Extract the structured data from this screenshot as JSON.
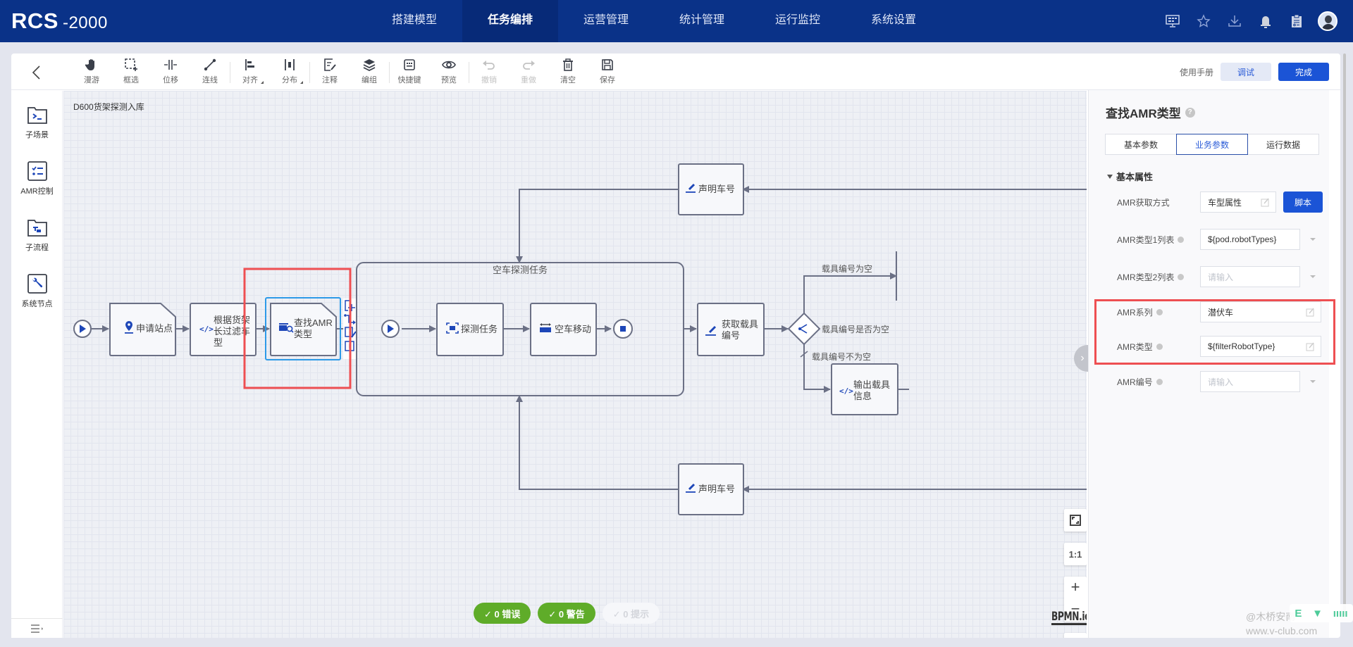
{
  "app": {
    "name": "RCS",
    "version": "-2000"
  },
  "topnav": [
    {
      "label": "搭建模型",
      "active": false
    },
    {
      "label": "任务编排",
      "active": true
    },
    {
      "label": "运营管理",
      "active": false
    },
    {
      "label": "统计管理",
      "active": false
    },
    {
      "label": "运行监控",
      "active": false
    },
    {
      "label": "系统设置",
      "active": false
    }
  ],
  "topicons": [
    "monitor-icon",
    "star-icon",
    "download-icon",
    "bell-icon",
    "clipboard-icon",
    "avatar"
  ],
  "toolbar": {
    "tools": [
      {
        "icon": "hand-icon",
        "label": "漫游"
      },
      {
        "icon": "marquee-select-icon",
        "label": "框选"
      },
      {
        "icon": "move-icon",
        "label": "位移"
      },
      {
        "icon": "connect-line-icon",
        "label": "连线"
      },
      {
        "icon": "align-icon",
        "label": "对齐"
      },
      {
        "icon": "distribute-icon",
        "label": "分布"
      },
      {
        "icon": "annotate-icon",
        "label": "注释"
      },
      {
        "icon": "layers-icon",
        "label": "编组"
      },
      {
        "icon": "keyboard-icon",
        "label": "快捷键"
      },
      {
        "icon": "eye-icon",
        "label": "预览"
      },
      {
        "icon": "undo-icon",
        "label": "撤销",
        "disabled": true
      },
      {
        "icon": "redo-icon",
        "label": "重做",
        "disabled": true
      },
      {
        "icon": "trash-icon",
        "label": "清空"
      },
      {
        "icon": "save-icon",
        "label": "保存"
      }
    ],
    "manual": "使用手册",
    "debug": "调试",
    "done": "完成"
  },
  "leftbar": [
    {
      "icon": "terminal-folder-icon",
      "label": "子场景"
    },
    {
      "icon": "checklist-icon",
      "label": "AMR控制"
    },
    {
      "icon": "subprocess-folder-icon",
      "label": "子流程"
    },
    {
      "icon": "wrench-icon",
      "label": "系统节点"
    }
  ],
  "canvas": {
    "title": "D600货架探测入库",
    "nodes": {
      "apply_station": "申请站点",
      "filter_by_shelf_line1": "根据货架",
      "filter_by_shelf_line2": "长过滤车",
      "filter_by_shelf_line3": "型",
      "find_amr_line1": "查找AMR",
      "find_amr_line2": "类型",
      "subprocess_title": "空车探测任务",
      "detect_task": "探测任务",
      "empty_move": "空车移动",
      "get_carrier_line1": "获取载具",
      "get_carrier_line2": "编号",
      "gateway_label": "载具编号是否为空",
      "branch_empty": "载具编号为空",
      "branch_not_empty": "载具编号不为空",
      "output_carrier_line1": "输出载具",
      "output_carrier_line2": "信息",
      "declare_car_top": "声明车号",
      "declare_car_bottom": "声明车号"
    },
    "zoom": {
      "fit": "fit-icon",
      "reset": "1:1",
      "in": "+",
      "out": "−"
    },
    "brand": "BPMN.io"
  },
  "validation": {
    "errors": "✓ 0 错误",
    "warnings": "✓ 0 警告",
    "hints": "✓ 0 提示"
  },
  "panel": {
    "title": "查找AMR类型",
    "tabs": [
      {
        "label": "基本参数",
        "active": false
      },
      {
        "label": "业务参数",
        "active": true
      },
      {
        "label": "运行数据",
        "active": false
      }
    ],
    "section": "基本属性",
    "fields": [
      {
        "label": "AMR获取方式",
        "value": "车型属性",
        "button": "脚本"
      },
      {
        "label": "AMR类型1列表",
        "value": "${pod.robotTypes}"
      },
      {
        "label": "AMR类型2列表",
        "placeholder": "请输入"
      },
      {
        "label": "AMR系列",
        "value": "潜伏车"
      },
      {
        "label": "AMR类型",
        "value": "${filterRobotType}"
      },
      {
        "label": "AMR编号",
        "placeholder": "请输入"
      }
    ]
  },
  "watermark": {
    "line1": "@木桥安南",
    "line2": "www.v-club.com"
  },
  "colors": {
    "header": "#0a3288",
    "accent": "#1b54d6",
    "success": "#5fac29",
    "highlight": "#ee4f52",
    "selection": "#2d9ae8"
  }
}
